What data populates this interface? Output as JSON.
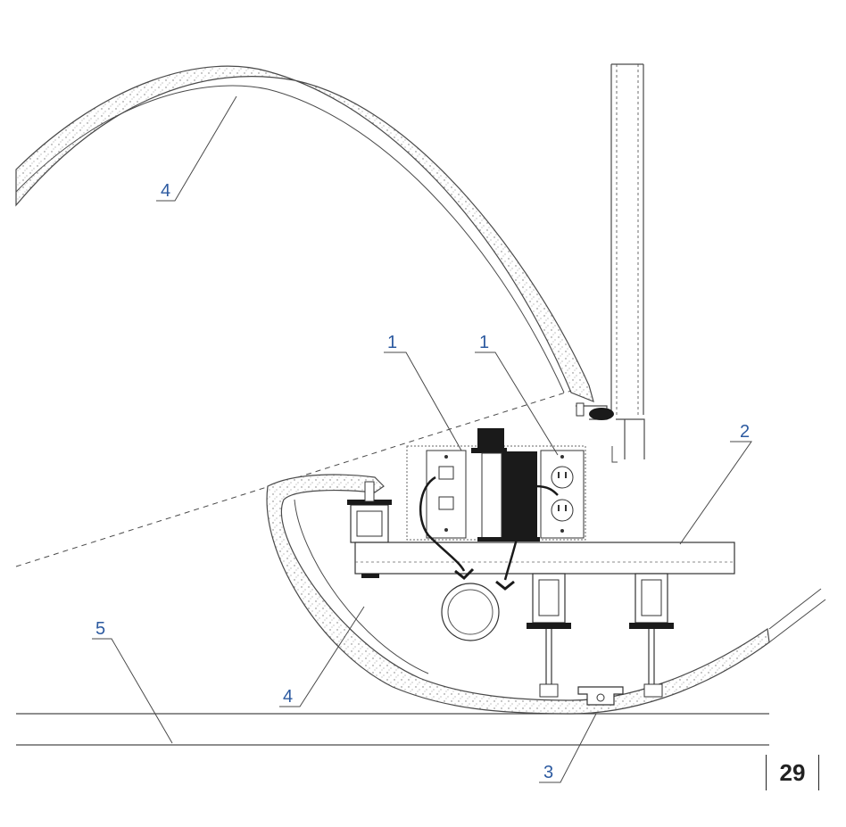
{
  "callouts": {
    "c1a": "1",
    "c1b": "1",
    "c2": "2",
    "c3": "3",
    "c4a": "4",
    "c4b": "4",
    "c5": "5"
  },
  "page_number": "29",
  "colors": {
    "line": "#4a4a4a",
    "callout": "#2c5aa0",
    "fill": "#f2f2f2",
    "dark": "#1a1a1a"
  }
}
